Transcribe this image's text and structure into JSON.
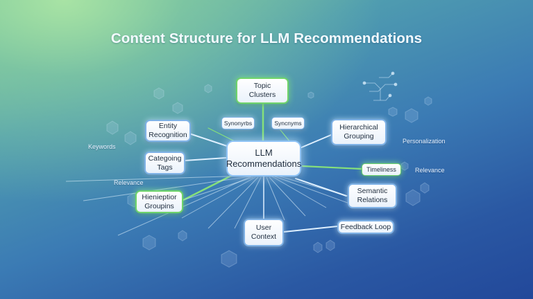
{
  "title": "Content Structure for LLM Recommendations",
  "center": "LLM\nRecommendations",
  "nodes": {
    "topic_clusters": "Topic\nClusters",
    "entity_recognition": "Entity\nRecognition",
    "category_tags": "Categoing\nTags",
    "hierarchy_groups": "Hienieptior\nGroupins",
    "hierarchical_grouping": "Hierarchical\nGrouping",
    "timeliness": "Timeliness",
    "semantic_relations": "Semantic\nRelations",
    "user_context": "User\nContext",
    "feedback_loop": "Feedback Loop",
    "synonyms_left": "Synonyrbs",
    "synonyms_right": "Syncnyms"
  },
  "free_labels": {
    "keywords": "Keywords",
    "relevance_left": "Relevance",
    "personalization": "Personalization",
    "relevance_right": "Relevance"
  },
  "colors": {
    "accent_green": "#6fd46a",
    "accent_blue": "#7fb2e6",
    "title": "#f4fbff"
  }
}
